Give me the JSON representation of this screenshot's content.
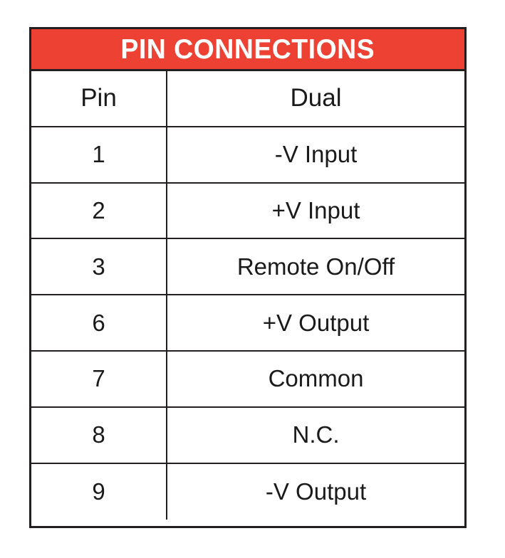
{
  "table": {
    "title": "PIN CONNECTIONS",
    "title_bg": "#ed4134",
    "title_fg": "#ffffff",
    "border_color": "#231f20",
    "columns": [
      {
        "key": "pin",
        "label": "Pin"
      },
      {
        "key": "dual",
        "label": "Dual"
      }
    ],
    "rows": [
      {
        "pin": "1",
        "dual": "-V Input"
      },
      {
        "pin": "2",
        "dual": "+V Input"
      },
      {
        "pin": "3",
        "dual": "Remote On/Off"
      },
      {
        "pin": "6",
        "dual": "+V Output"
      },
      {
        "pin": "7",
        "dual": "Common"
      },
      {
        "pin": "8",
        "dual": "N.C."
      },
      {
        "pin": "9",
        "dual": "-V Output"
      }
    ]
  }
}
